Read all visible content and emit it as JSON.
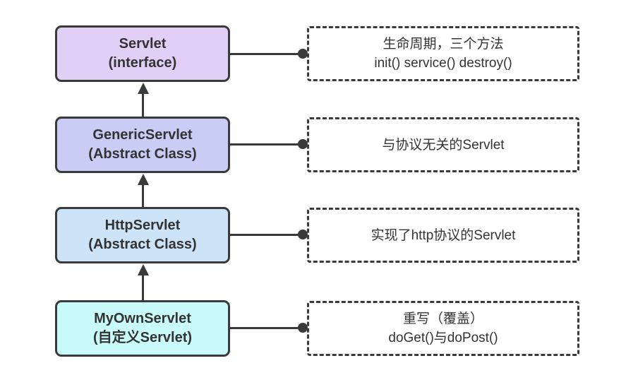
{
  "colors": {
    "border": "#3a3a3a",
    "text": "#333333",
    "canvas_bg": "#ffffff"
  },
  "classes": [
    {
      "name": "Servlet",
      "subtitle": "(interface)",
      "fill": "#e2cff7"
    },
    {
      "name": "GenericServlet",
      "subtitle": "(Abstract Class)",
      "fill": "#c9ccf5"
    },
    {
      "name": "HttpServlet",
      "subtitle": "(Abstract Class)",
      "fill": "#cde3f7"
    },
    {
      "name": "MyOwnServlet",
      "subtitle": "(自定义Servlet)",
      "fill": "#c9fbfa"
    }
  ],
  "notes": [
    {
      "line1": "生命周期，三个方法",
      "line2": "init() service() destroy()"
    },
    {
      "line1": "与协议无关的Servlet",
      "line2": ""
    },
    {
      "line1": "实现了http协议的Servlet",
      "line2": ""
    },
    {
      "line1": "重写（覆盖）",
      "line2": "doGet()与doPost()"
    }
  ]
}
